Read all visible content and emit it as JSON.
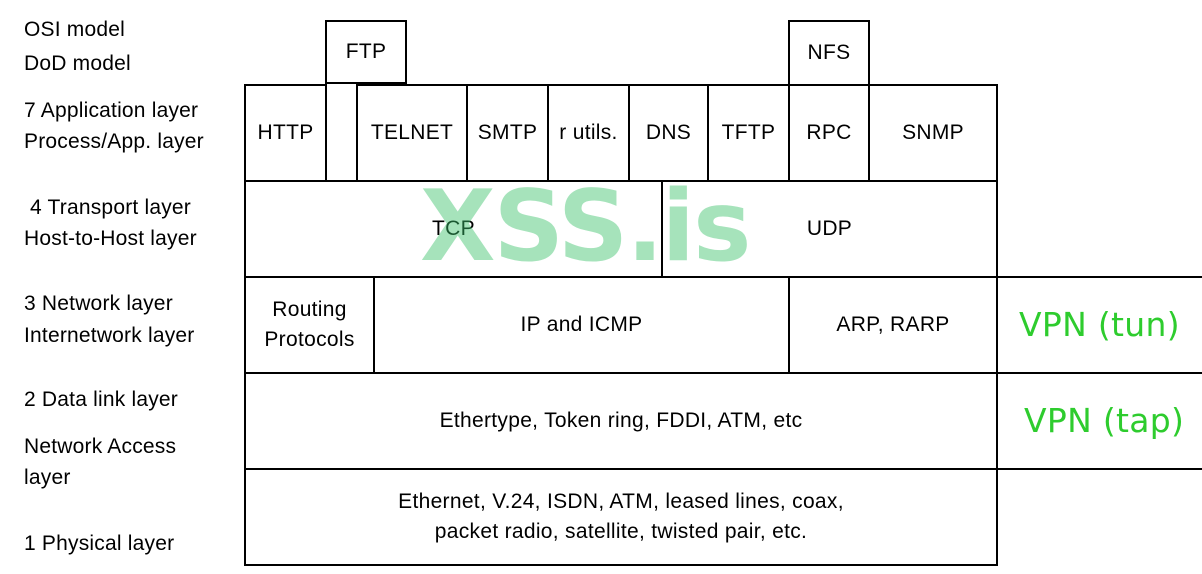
{
  "left_labels": {
    "osi_header": "OSI model",
    "dod_header": "DoD model",
    "app_osi": "7 Application layer",
    "app_dod": "Process/App. layer",
    "transport_osi": "4 Transport layer",
    "transport_dod": "Host-to-Host layer",
    "network_osi": "3 Network layer",
    "network_dod": "Internetwork layer",
    "datalink_osi": "2 Data link layer",
    "access_dod_1": "Network Access",
    "access_dod_2": "layer",
    "physical_osi": "1 Physical layer"
  },
  "application": {
    "ftp": "FTP",
    "nfs": "NFS",
    "http": "HTTP",
    "telnet": "TELNET",
    "smtp": "SMTP",
    "rutils": "r utils.",
    "dns": "DNS",
    "tftp": "TFTP",
    "rpc": "RPC",
    "snmp": "SNMP"
  },
  "transport": {
    "tcp": "TCP",
    "udp": "UDP"
  },
  "network": {
    "routing_1": "Routing",
    "routing_2": "Protocols",
    "ip": "IP and ICMP",
    "arp": "ARP, RARP"
  },
  "datalink": {
    "ethertype": "Ethertype, Token ring, FDDI, ATM, etc"
  },
  "physical": {
    "line1": "Ethernet, V.24, ISDN, ATM, leased lines, coax,",
    "line2": "packet radio, satellite, twisted pair, etc."
  },
  "vpn": {
    "tun": "VPN (tun)",
    "tap": "VPN (tap)"
  },
  "watermark": "XSS.is",
  "colors": {
    "vpn_green": "#2ecc2e",
    "watermark_green": "#3bc26b"
  }
}
